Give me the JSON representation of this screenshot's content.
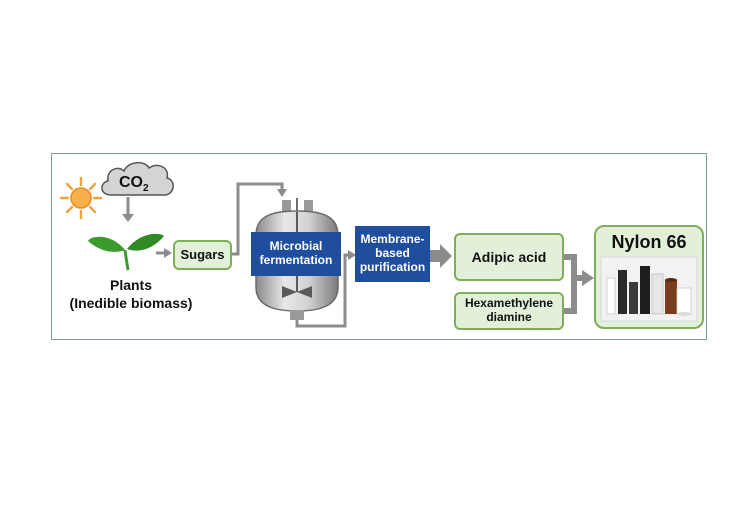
{
  "co2": {
    "label": "CO",
    "subscript": "2"
  },
  "plants": {
    "line1": "Plants",
    "line2": "(Inedible biomass)"
  },
  "sugars": "Sugars",
  "fermentation": {
    "line1": "Microbial",
    "line2": "fermentation"
  },
  "purification": {
    "line1": "Membrane-",
    "line2": "based",
    "line3": "purification"
  },
  "adipic_acid": "Adipic acid",
  "hmd": {
    "line1": "Hexamethylene",
    "line2": "diamine"
  },
  "nylon": "Nylon 66",
  "colors": {
    "box_fill": "#e2efd9",
    "box_border": "#7fae58",
    "blue": "#1f4e9e",
    "arrow": "#8c8c8c",
    "leaf": "#3d9a2d",
    "sun": "#f3a13a"
  }
}
